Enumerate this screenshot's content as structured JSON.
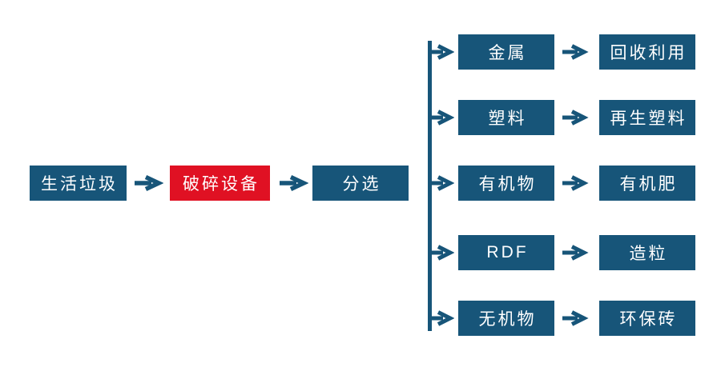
{
  "palette": {
    "blue": "#175579",
    "red": "#E01123",
    "node_text": "#FFFFFF",
    "background": "#FFFFFF"
  },
  "diagram": {
    "type": "flowchart",
    "title": "",
    "main_flow": {
      "nodes": [
        {
          "label": "生活垃圾",
          "color": "blue"
        },
        {
          "label": "破碎设备",
          "color": "red"
        },
        {
          "label": "分选",
          "color": "blue"
        }
      ]
    },
    "branches": [
      {
        "material": "金属",
        "result": "回收利用"
      },
      {
        "material": "塑料",
        "result": "再生塑料"
      },
      {
        "material": "有机物",
        "result": "有机肥"
      },
      {
        "material": "RDF",
        "result": "造粒"
      },
      {
        "material": "无机物",
        "result": "环保砖"
      }
    ]
  }
}
